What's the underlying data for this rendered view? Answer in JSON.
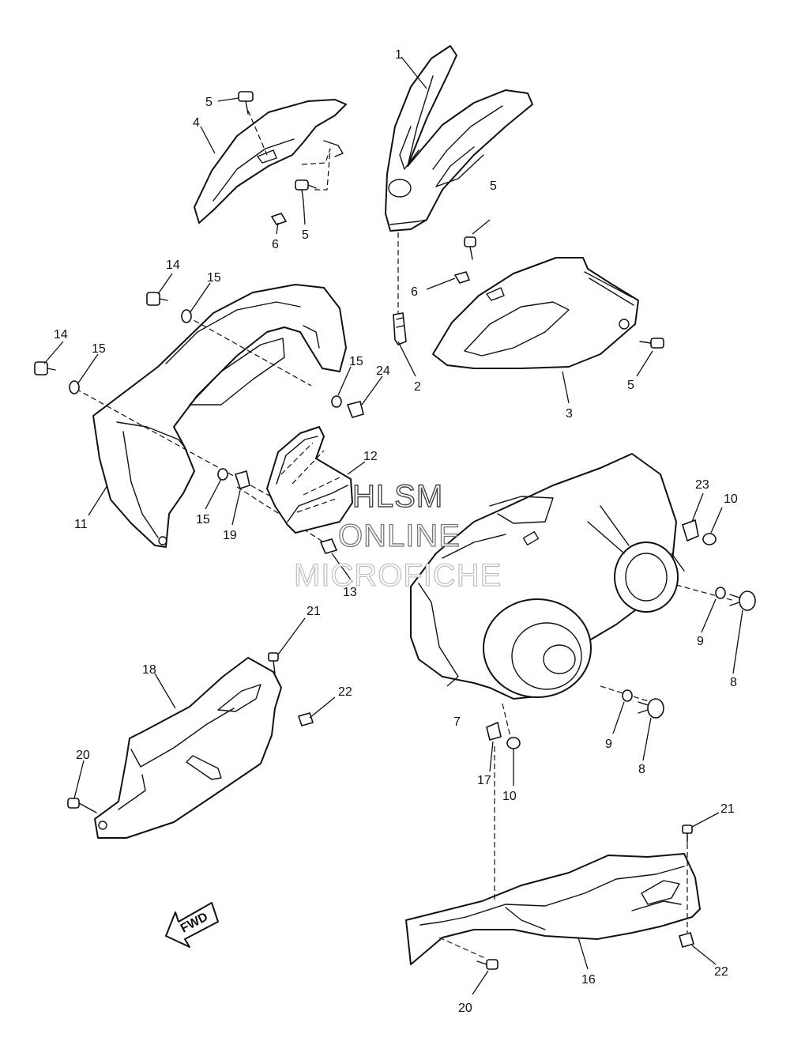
{
  "callouts": [
    {
      "id": "c1",
      "text": "1"
    },
    {
      "id": "c2",
      "text": "2"
    },
    {
      "id": "c3",
      "text": "3"
    },
    {
      "id": "c4",
      "text": "4"
    },
    {
      "id": "c5a",
      "text": "5"
    },
    {
      "id": "c5b",
      "text": "5"
    },
    {
      "id": "c5c",
      "text": "5"
    },
    {
      "id": "c5d",
      "text": "5"
    },
    {
      "id": "c6a",
      "text": "6"
    },
    {
      "id": "c6b",
      "text": "6"
    },
    {
      "id": "c7",
      "text": "7"
    },
    {
      "id": "c8a",
      "text": "8"
    },
    {
      "id": "c8b",
      "text": "8"
    },
    {
      "id": "c9a",
      "text": "9"
    },
    {
      "id": "c9b",
      "text": "9"
    },
    {
      "id": "c10a",
      "text": "10"
    },
    {
      "id": "c10b",
      "text": "10"
    },
    {
      "id": "c11",
      "text": "11"
    },
    {
      "id": "c12",
      "text": "12"
    },
    {
      "id": "c13",
      "text": "13"
    },
    {
      "id": "c14a",
      "text": "14"
    },
    {
      "id": "c14b",
      "text": "14"
    },
    {
      "id": "c15a",
      "text": "15"
    },
    {
      "id": "c15b",
      "text": "15"
    },
    {
      "id": "c15c",
      "text": "15"
    },
    {
      "id": "c15d",
      "text": "15"
    },
    {
      "id": "c16",
      "text": "16"
    },
    {
      "id": "c17",
      "text": "17"
    },
    {
      "id": "c18",
      "text": "18"
    },
    {
      "id": "c19",
      "text": "19"
    },
    {
      "id": "c20a",
      "text": "20"
    },
    {
      "id": "c20b",
      "text": "20"
    },
    {
      "id": "c21a",
      "text": "21"
    },
    {
      "id": "c21b",
      "text": "21"
    },
    {
      "id": "c22a",
      "text": "22"
    },
    {
      "id": "c22b",
      "text": "22"
    },
    {
      "id": "c23",
      "text": "23"
    },
    {
      "id": "c24",
      "text": "24"
    }
  ],
  "fwd_arrow_label": "FWD",
  "watermark": {
    "line1": "HLSM",
    "line2": "ONLINE",
    "line3": "MICROFICHE"
  }
}
